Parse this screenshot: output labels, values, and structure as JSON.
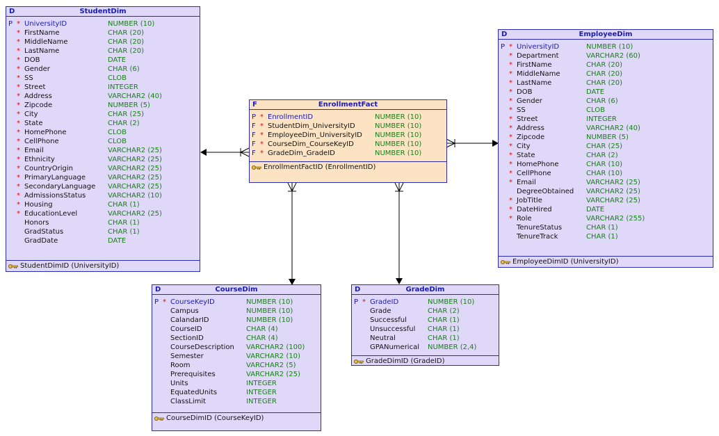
{
  "entities": {
    "student": {
      "kind": "D",
      "name": "StudentDim",
      "columns": [
        {
          "key": "P",
          "mand": "*",
          "name": "UniversityID",
          "type": "NUMBER (10)"
        },
        {
          "key": "",
          "mand": "*",
          "name": "FirstName",
          "type": "CHAR (20)"
        },
        {
          "key": "",
          "mand": "*",
          "name": "MiddleName",
          "type": "CHAR (20)"
        },
        {
          "key": "",
          "mand": "*",
          "name": "LastName",
          "type": "CHAR (20)"
        },
        {
          "key": "",
          "mand": "*",
          "name": "DOB",
          "type": "DATE"
        },
        {
          "key": "",
          "mand": "*",
          "name": "Gender",
          "type": "CHAR (6)"
        },
        {
          "key": "",
          "mand": "*",
          "name": "SS",
          "type": "CLOB"
        },
        {
          "key": "",
          "mand": "*",
          "name": "Street",
          "type": "INTEGER"
        },
        {
          "key": "",
          "mand": "*",
          "name": "Address",
          "type": "VARCHAR2 (40)"
        },
        {
          "key": "",
          "mand": "*",
          "name": "Zipcode",
          "type": "NUMBER (5)"
        },
        {
          "key": "",
          "mand": "*",
          "name": "City",
          "type": "CHAR (25)"
        },
        {
          "key": "",
          "mand": "*",
          "name": "State",
          "type": "CHAR (2)"
        },
        {
          "key": "",
          "mand": "*",
          "name": "HomePhone",
          "type": "CLOB"
        },
        {
          "key": "",
          "mand": "*",
          "name": "CellPhone",
          "type": "CLOB"
        },
        {
          "key": "",
          "mand": "*",
          "name": "Email",
          "type": "VARCHAR2 (25)"
        },
        {
          "key": "",
          "mand": "*",
          "name": "Ethnicity",
          "type": "VARCHAR2 (25)"
        },
        {
          "key": "",
          "mand": "*",
          "name": "CountryOrigin",
          "type": "VARCHAR2 (25)"
        },
        {
          "key": "",
          "mand": "*",
          "name": "PrimaryLanguage",
          "type": "VARCHAR2 (25)"
        },
        {
          "key": "",
          "mand": "*",
          "name": "SecondaryLanguage",
          "type": "VARCHAR2 (25)"
        },
        {
          "key": "",
          "mand": "*",
          "name": "AdmissionsStatus",
          "type": "VARCHAR2 (10)"
        },
        {
          "key": "",
          "mand": "*",
          "name": "Housing",
          "type": "CHAR (1)"
        },
        {
          "key": "",
          "mand": "*",
          "name": "EducationLevel",
          "type": "VARCHAR2 (25)"
        },
        {
          "key": "",
          "mand": "",
          "name": "Honors",
          "type": "CHAR (1)"
        },
        {
          "key": "",
          "mand": "",
          "name": "GradStatus",
          "type": "CHAR (1)"
        },
        {
          "key": "",
          "mand": "",
          "name": "GradDate",
          "type": "DATE"
        }
      ],
      "pk": "StudentDimID (UniversityID)"
    },
    "employee": {
      "kind": "D",
      "name": "EmployeeDim",
      "columns": [
        {
          "key": "P",
          "mand": "*",
          "name": "UniversityID",
          "type": "NUMBER (10)"
        },
        {
          "key": "",
          "mand": "*",
          "name": "Department",
          "type": "VARCHAR2 (60)"
        },
        {
          "key": "",
          "mand": "*",
          "name": "FirstName",
          "type": "CHAR (20)"
        },
        {
          "key": "",
          "mand": "*",
          "name": "MiddleName",
          "type": "CHAR (20)"
        },
        {
          "key": "",
          "mand": "*",
          "name": "LastName",
          "type": "CHAR (20)"
        },
        {
          "key": "",
          "mand": "*",
          "name": "DOB",
          "type": "DATE"
        },
        {
          "key": "",
          "mand": "*",
          "name": "Gender",
          "type": "CHAR (6)"
        },
        {
          "key": "",
          "mand": "*",
          "name": "SS",
          "type": "CLOB"
        },
        {
          "key": "",
          "mand": "*",
          "name": "Street",
          "type": "INTEGER"
        },
        {
          "key": "",
          "mand": "*",
          "name": "Address",
          "type": "VARCHAR2 (40)"
        },
        {
          "key": "",
          "mand": "*",
          "name": "Zipcode",
          "type": "NUMBER (5)"
        },
        {
          "key": "",
          "mand": "*",
          "name": "City",
          "type": "CHAR (25)"
        },
        {
          "key": "",
          "mand": "*",
          "name": "State",
          "type": "CHAR (2)"
        },
        {
          "key": "",
          "mand": "*",
          "name": "HomePhone",
          "type": "CHAR (10)"
        },
        {
          "key": "",
          "mand": "*",
          "name": "CellPhone",
          "type": "CHAR (10)"
        },
        {
          "key": "",
          "mand": "*",
          "name": "Email",
          "type": "VARCHAR2 (25)"
        },
        {
          "key": "",
          "mand": "",
          "name": "DegreeObtained",
          "type": "VARCHAR2 (25)"
        },
        {
          "key": "",
          "mand": "*",
          "name": "JobTitle",
          "type": "VARCHAR2 (25)"
        },
        {
          "key": "",
          "mand": "*",
          "name": "DateHired",
          "type": "DATE"
        },
        {
          "key": "",
          "mand": "*",
          "name": "Role",
          "type": "VARCHAR2 (255)"
        },
        {
          "key": "",
          "mand": "",
          "name": "TenureStatus",
          "type": "CHAR (1)"
        },
        {
          "key": "",
          "mand": "",
          "name": "TenureTrack",
          "type": "CHAR (1)"
        }
      ],
      "pk": "EmployeeDimID (UniversityID)"
    },
    "fact": {
      "kind": "F",
      "name": "EnrollmentFact",
      "columns": [
        {
          "key": "P",
          "mand": "*",
          "name": "EnrollmentID",
          "type": "NUMBER (10)"
        },
        {
          "key": "F",
          "mand": "*",
          "name": "StudentDim_UniversityID",
          "type": "NUMBER (10)"
        },
        {
          "key": "F",
          "mand": "*",
          "name": "EmployeeDim_UniversityID",
          "type": "NUMBER (10)"
        },
        {
          "key": "F",
          "mand": "*",
          "name": "CourseDim_CourseKeyID",
          "type": "NUMBER (10)"
        },
        {
          "key": "F",
          "mand": "*",
          "name": "GradeDim_GradeID",
          "type": "NUMBER (10)"
        }
      ],
      "pk": "EnrollmentFactID (EnrollmentID)"
    },
    "course": {
      "kind": "D",
      "name": "CourseDim",
      "columns": [
        {
          "key": "P",
          "mand": "*",
          "name": "CourseKeyID",
          "type": "NUMBER (10)"
        },
        {
          "key": "",
          "mand": "",
          "name": "Campus",
          "type": "NUMBER (10)"
        },
        {
          "key": "",
          "mand": "",
          "name": "CalandarID",
          "type": "NUMBER (10)"
        },
        {
          "key": "",
          "mand": "",
          "name": "CourseID",
          "type": "CHAR (4)"
        },
        {
          "key": "",
          "mand": "",
          "name": "SectionID",
          "type": "CHAR (4)"
        },
        {
          "key": "",
          "mand": "",
          "name": "CourseDescription",
          "type": "VARCHAR2 (100)"
        },
        {
          "key": "",
          "mand": "",
          "name": "Semester",
          "type": "VARCHAR2 (10)"
        },
        {
          "key": "",
          "mand": "",
          "name": "Room",
          "type": "VARCHAR2 (5)"
        },
        {
          "key": "",
          "mand": "",
          "name": "Prerequisites",
          "type": "VARCHAR2 (25)"
        },
        {
          "key": "",
          "mand": "",
          "name": "Units",
          "type": "INTEGER"
        },
        {
          "key": "",
          "mand": "",
          "name": "EquatedUnits",
          "type": "INTEGER"
        },
        {
          "key": "",
          "mand": "",
          "name": "ClassLimit",
          "type": "INTEGER"
        }
      ],
      "pk": "CourseDimID (CourseKeyID)"
    },
    "grade": {
      "kind": "D",
      "name": "GradeDim",
      "columns": [
        {
          "key": "P",
          "mand": "*",
          "name": "GradeID",
          "type": "NUMBER (10)"
        },
        {
          "key": "",
          "mand": "",
          "name": "Grade",
          "type": "CHAR (2)"
        },
        {
          "key": "",
          "mand": "",
          "name": "Successful",
          "type": "CHAR (1)"
        },
        {
          "key": "",
          "mand": "",
          "name": "Unsuccessful",
          "type": "CHAR (1)"
        },
        {
          "key": "",
          "mand": "",
          "name": "Neutral",
          "type": "CHAR (1)"
        },
        {
          "key": "",
          "mand": "",
          "name": "GPANumerical",
          "type": "NUMBER (2,4)"
        }
      ],
      "pk": "GradeDimID (GradeID)"
    }
  }
}
